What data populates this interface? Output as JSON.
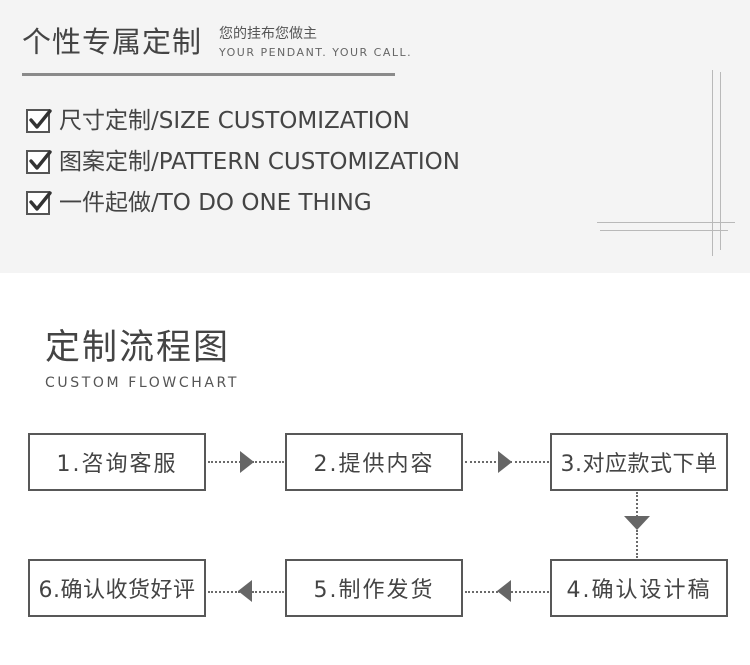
{
  "header": {
    "title": "个性专属定制",
    "subtitle_cn": "您的挂布您做主",
    "subtitle_en": "YOUR PENDANT. YOUR CALL."
  },
  "features": [
    {
      "label": "尺寸定制/SIZE CUSTOMIZATION"
    },
    {
      "label": "图案定制/PATTERN CUSTOMIZATION"
    },
    {
      "label": "一件起做/TO DO ONE THING"
    }
  ],
  "flow": {
    "title": "定制流程图",
    "subtitle": "CUSTOM FLOWCHART",
    "steps": [
      {
        "label": "1.咨询客服"
      },
      {
        "label": "2.提供内容"
      },
      {
        "label": "3.对应款式下单"
      },
      {
        "label": "4.确认设计稿"
      },
      {
        "label": "5.制作发货"
      },
      {
        "label": "6.确认收货好评"
      }
    ]
  },
  "colors": {
    "top_background": "#f4f4f4",
    "text": "#444444",
    "border": "#585858"
  },
  "icons": [
    "checkbox-icon",
    "arrow-right-icon",
    "arrow-down-icon",
    "arrow-left-icon"
  ]
}
